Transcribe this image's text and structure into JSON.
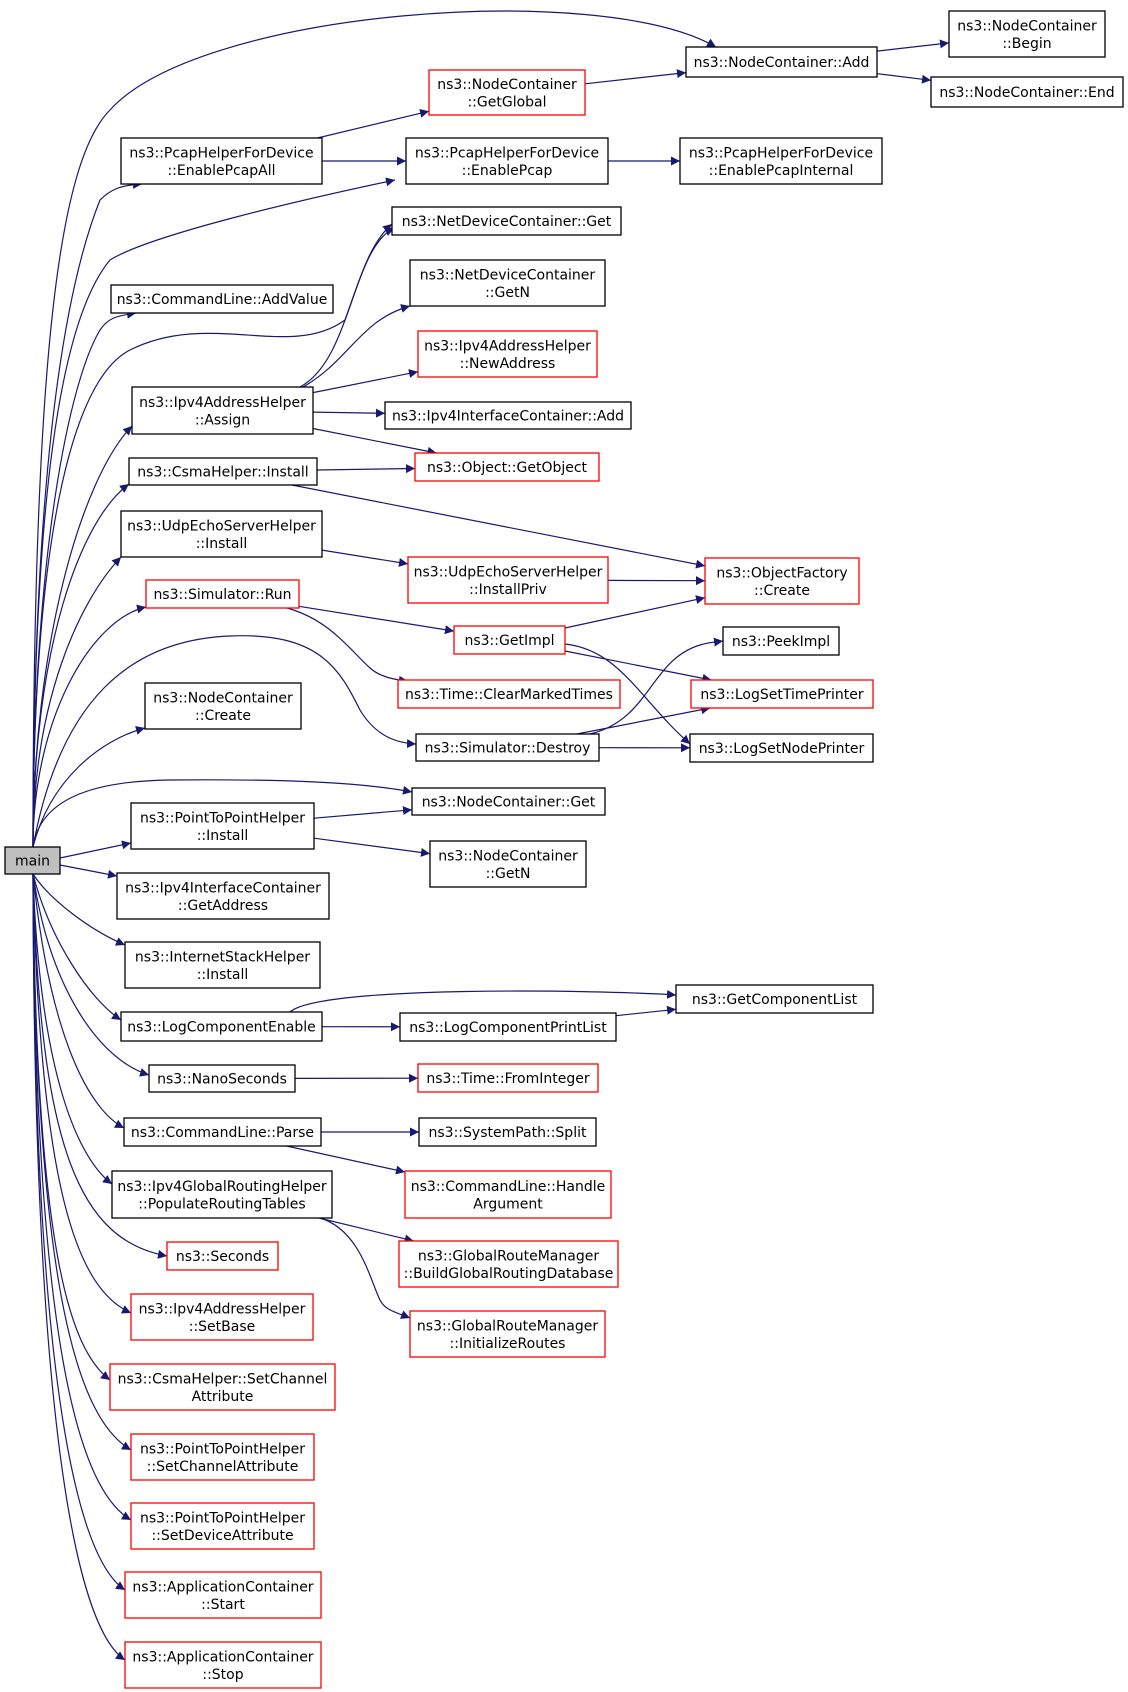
{
  "colors": {
    "edge": "#191970",
    "box_black": "#000000",
    "box_red": "#ff0000",
    "box_root_fill": "#bfbfbf",
    "box_fill": "#ffffff"
  },
  "nodes": {
    "main": {
      "lines": [
        "main"
      ],
      "style": "root"
    },
    "n_ncadd": {
      "lines": [
        "ns3::NodeContainer::Add"
      ],
      "style": "black"
    },
    "n_ncbegin": {
      "lines": [
        "ns3::NodeContainer",
        "::Begin"
      ],
      "style": "black"
    },
    "n_ncend": {
      "lines": [
        "ns3::NodeContainer::End"
      ],
      "style": "black"
    },
    "n_ncgetglobal": {
      "lines": [
        "ns3::NodeContainer",
        "::GetGlobal"
      ],
      "style": "red"
    },
    "n_pcapall": {
      "lines": [
        "ns3::PcapHelperForDevice",
        "::EnablePcapAll"
      ],
      "style": "black"
    },
    "n_pcap": {
      "lines": [
        "ns3::PcapHelperForDevice",
        "::EnablePcap"
      ],
      "style": "black"
    },
    "n_pcapint": {
      "lines": [
        "ns3::PcapHelperForDevice",
        "::EnablePcapInternal"
      ],
      "style": "black"
    },
    "n_ndcget": {
      "lines": [
        "ns3::NetDeviceContainer::Get"
      ],
      "style": "black"
    },
    "n_cladd": {
      "lines": [
        "ns3::CommandLine::AddValue"
      ],
      "style": "black"
    },
    "n_ndcgetn": {
      "lines": [
        "ns3::NetDeviceContainer",
        "::GetN"
      ],
      "style": "black"
    },
    "n_newaddr": {
      "lines": [
        "ns3::Ipv4AddressHelper",
        "::NewAddress"
      ],
      "style": "red"
    },
    "n_assign": {
      "lines": [
        "ns3::Ipv4AddressHelper",
        "::Assign"
      ],
      "style": "black"
    },
    "n_ipv4icadd": {
      "lines": [
        "ns3::Ipv4InterfaceContainer::Add"
      ],
      "style": "black"
    },
    "n_csmainstall": {
      "lines": [
        "ns3::CsmaHelper::Install"
      ],
      "style": "black"
    },
    "n_getobject": {
      "lines": [
        "ns3::Object::GetObject"
      ],
      "style": "red"
    },
    "n_udpinstall": {
      "lines": [
        "ns3::UdpEchoServerHelper",
        "::Install"
      ],
      "style": "black"
    },
    "n_udppriv": {
      "lines": [
        "ns3::UdpEchoServerHelper",
        "::InstallPriv"
      ],
      "style": "red"
    },
    "n_ofcreate": {
      "lines": [
        "ns3::ObjectFactory",
        "::Create"
      ],
      "style": "red"
    },
    "n_simrun": {
      "lines": [
        "ns3::Simulator::Run"
      ],
      "style": "red"
    },
    "n_getimpl": {
      "lines": [
        "ns3::GetImpl"
      ],
      "style": "red"
    },
    "n_peekimpl": {
      "lines": [
        "ns3::PeekImpl"
      ],
      "style": "black"
    },
    "n_clearmarked": {
      "lines": [
        "ns3::Time::ClearMarkedTimes"
      ],
      "style": "red"
    },
    "n_logtime": {
      "lines": [
        "ns3::LogSetTimePrinter"
      ],
      "style": "red"
    },
    "n_nccreate": {
      "lines": [
        "ns3::NodeContainer",
        "::Create"
      ],
      "style": "black"
    },
    "n_simdestroy": {
      "lines": [
        "ns3::Simulator::Destroy"
      ],
      "style": "black"
    },
    "n_lognode": {
      "lines": [
        "ns3::LogSetNodePrinter"
      ],
      "style": "black"
    },
    "n_ncget": {
      "lines": [
        "ns3::NodeContainer::Get"
      ],
      "style": "black"
    },
    "n_p2pinstall": {
      "lines": [
        "ns3::PointToPointHelper",
        "::Install"
      ],
      "style": "black"
    },
    "n_ncgetn": {
      "lines": [
        "ns3::NodeContainer",
        "::GetN"
      ],
      "style": "black"
    },
    "n_getaddress": {
      "lines": [
        "ns3::Ipv4InterfaceContainer",
        "::GetAddress"
      ],
      "style": "black"
    },
    "n_inetinstall": {
      "lines": [
        "ns3::InternetStackHelper",
        "::Install"
      ],
      "style": "black"
    },
    "n_getcomplist": {
      "lines": [
        "ns3::GetComponentList"
      ],
      "style": "black"
    },
    "n_logcompenable": {
      "lines": [
        "ns3::LogComponentEnable"
      ],
      "style": "black"
    },
    "n_logcompprint": {
      "lines": [
        "ns3::LogComponentPrintList"
      ],
      "style": "black"
    },
    "n_nanoseconds": {
      "lines": [
        "ns3::NanoSeconds"
      ],
      "style": "black"
    },
    "n_frominteger": {
      "lines": [
        "ns3::Time::FromInteger"
      ],
      "style": "red"
    },
    "n_clparse": {
      "lines": [
        "ns3::CommandLine::Parse"
      ],
      "style": "black"
    },
    "n_split": {
      "lines": [
        "ns3::SystemPath::Split"
      ],
      "style": "black"
    },
    "n_clhandle": {
      "lines": [
        "ns3::CommandLine::Handle",
        "Argument"
      ],
      "style": "red"
    },
    "n_populate": {
      "lines": [
        "ns3::Ipv4GlobalRoutingHelper",
        "::PopulateRoutingTables"
      ],
      "style": "black"
    },
    "n_buildgrdb": {
      "lines": [
        "ns3::GlobalRouteManager",
        "::BuildGlobalRoutingDatabase"
      ],
      "style": "red"
    },
    "n_seconds": {
      "lines": [
        "ns3::Seconds"
      ],
      "style": "red"
    },
    "n_initroutes": {
      "lines": [
        "ns3::GlobalRouteManager",
        "::InitializeRoutes"
      ],
      "style": "red"
    },
    "n_setbase": {
      "lines": [
        "ns3::Ipv4AddressHelper",
        "::SetBase"
      ],
      "style": "red"
    },
    "n_csmasetchan": {
      "lines": [
        "ns3::CsmaHelper::SetChannel",
        "Attribute"
      ],
      "style": "red"
    },
    "n_p2psetchan": {
      "lines": [
        "ns3::PointToPointHelper",
        "::SetChannelAttribute"
      ],
      "style": "red"
    },
    "n_p2psetdev": {
      "lines": [
        "ns3::PointToPointHelper",
        "::SetDeviceAttribute"
      ],
      "style": "red"
    },
    "n_appstart": {
      "lines": [
        "ns3::ApplicationContainer",
        "::Start"
      ],
      "style": "red"
    },
    "n_appstop": {
      "lines": [
        "ns3::ApplicationContainer",
        "::Stop"
      ],
      "style": "red"
    }
  },
  "edges": [
    [
      "main",
      "n_ncadd"
    ],
    [
      "main",
      "n_pcapall"
    ],
    [
      "main",
      "n_pcap"
    ],
    [
      "main",
      "n_ndcget"
    ],
    [
      "main",
      "n_cladd"
    ],
    [
      "main",
      "n_assign"
    ],
    [
      "main",
      "n_csmainstall"
    ],
    [
      "main",
      "n_udpinstall"
    ],
    [
      "main",
      "n_simrun"
    ],
    [
      "main",
      "n_simdestroy"
    ],
    [
      "main",
      "n_nccreate"
    ],
    [
      "main",
      "n_ncget"
    ],
    [
      "main",
      "n_p2pinstall"
    ],
    [
      "main",
      "n_getaddress"
    ],
    [
      "main",
      "n_inetinstall"
    ],
    [
      "main",
      "n_logcompenable"
    ],
    [
      "main",
      "n_nanoseconds"
    ],
    [
      "main",
      "n_clparse"
    ],
    [
      "main",
      "n_populate"
    ],
    [
      "main",
      "n_seconds"
    ],
    [
      "main",
      "n_setbase"
    ],
    [
      "main",
      "n_csmasetchan"
    ],
    [
      "main",
      "n_p2psetchan"
    ],
    [
      "main",
      "n_p2psetdev"
    ],
    [
      "main",
      "n_appstart"
    ],
    [
      "main",
      "n_appstop"
    ],
    [
      "n_ncadd",
      "n_ncbegin"
    ],
    [
      "n_ncadd",
      "n_ncend"
    ],
    [
      "n_ncgetglobal",
      "n_ncadd"
    ],
    [
      "n_pcapall",
      "n_ncgetglobal"
    ],
    [
      "n_pcapall",
      "n_pcap"
    ],
    [
      "n_pcap",
      "n_pcapint"
    ],
    [
      "n_assign",
      "n_ndcget"
    ],
    [
      "n_assign",
      "n_ndcgetn"
    ],
    [
      "n_assign",
      "n_newaddr"
    ],
    [
      "n_assign",
      "n_ipv4icadd"
    ],
    [
      "n_assign",
      "n_getobject"
    ],
    [
      "n_csmainstall",
      "n_getobject"
    ],
    [
      "n_csmainstall",
      "n_ofcreate"
    ],
    [
      "n_udpinstall",
      "n_udppriv"
    ],
    [
      "n_udppriv",
      "n_ofcreate"
    ],
    [
      "n_simrun",
      "n_getimpl"
    ],
    [
      "n_simrun",
      "n_clearmarked"
    ],
    [
      "n_getimpl",
      "n_ofcreate"
    ],
    [
      "n_getimpl",
      "n_logtime"
    ],
    [
      "n_getimpl",
      "n_lognode"
    ],
    [
      "n_simdestroy",
      "n_peekimpl"
    ],
    [
      "n_simdestroy",
      "n_logtime"
    ],
    [
      "n_simdestroy",
      "n_lognode"
    ],
    [
      "n_p2pinstall",
      "n_ncget"
    ],
    [
      "n_p2pinstall",
      "n_ncgetn"
    ],
    [
      "n_logcompenable",
      "n_getcomplist"
    ],
    [
      "n_logcompenable",
      "n_logcompprint"
    ],
    [
      "n_logcompprint",
      "n_getcomplist"
    ],
    [
      "n_nanoseconds",
      "n_frominteger"
    ],
    [
      "n_clparse",
      "n_split"
    ],
    [
      "n_clparse",
      "n_clhandle"
    ],
    [
      "n_populate",
      "n_buildgrdb"
    ],
    [
      "n_populate",
      "n_initroutes"
    ]
  ]
}
